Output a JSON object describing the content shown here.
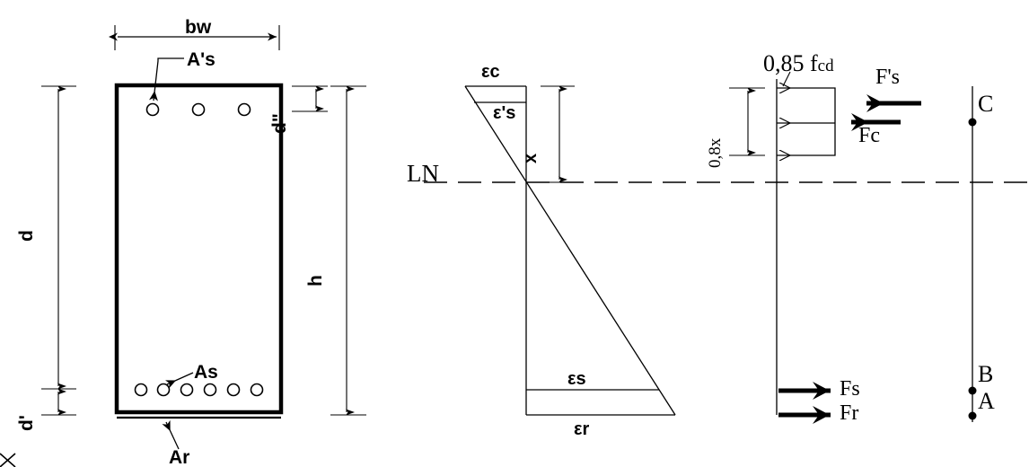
{
  "figure": {
    "title": "Reinforced concrete beam section, strain diagram and stress block",
    "stroke_color": "#000000",
    "background_color": "#ffffff"
  },
  "cross_section": {
    "width_label": "bw",
    "height_label": "h",
    "effective_depth_label": "d",
    "bottom_cover_label": "d'",
    "top_cover_label": "d\"",
    "top_steel_label": "A's",
    "bottom_steel_label": "As",
    "extra_steel_label": "Ar",
    "top_bars_count": 3,
    "bottom_bars_count": 6
  },
  "strain_diagram": {
    "concrete_strain_label": "εc",
    "compression_steel_strain_label": "ε's",
    "tension_steel_strain_label": "εs",
    "extra_steel_strain_label": "εr",
    "neutral_axis_label": "LN",
    "neutral_axis_depth_label": "x"
  },
  "stress_diagram": {
    "concrete_stress_label": "0,85 f",
    "concrete_stress_sub": "cd",
    "block_depth_label": "0,8x",
    "compression_steel_force_label": "F's",
    "concrete_force_label": "Fc",
    "tension_steel_force_label": "Fs",
    "extra_steel_force_label": "Fr"
  },
  "domain_points": {
    "point_c_label": "C",
    "point_b_label": "B",
    "point_a_label": "A"
  }
}
